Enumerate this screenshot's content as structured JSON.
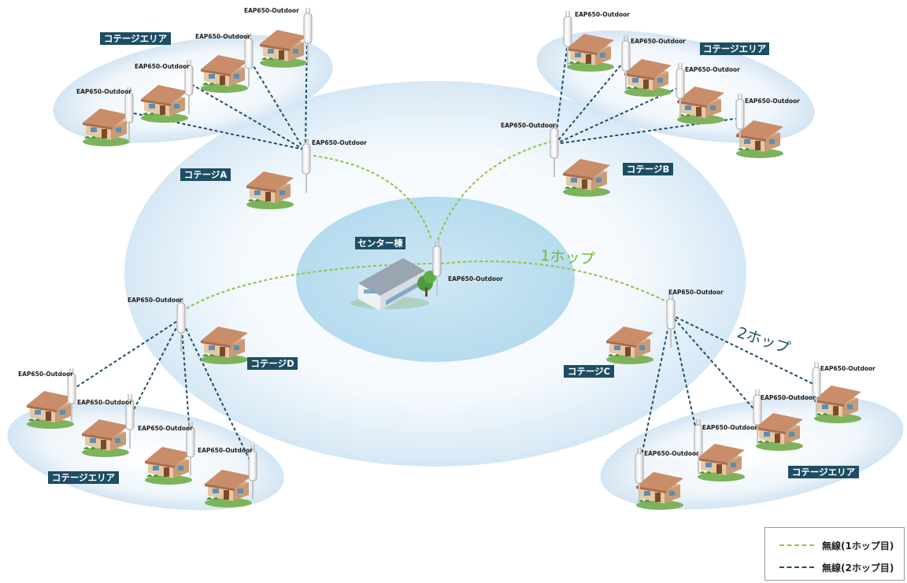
{
  "device_label": "EAP650-Outdoor",
  "areas": {
    "cottage_area": "コテージエリア",
    "center": "センター棟",
    "cottage_a": "コテージA",
    "cottage_b": "コテージB",
    "cottage_c": "コテージC",
    "cottage_d": "コテージD"
  },
  "hops": {
    "one_hop": "1ホップ",
    "two_hop": "2ホップ"
  },
  "legend": {
    "first_hop": "無線(1ホップ目)",
    "second_hop": "無線(2ホップ目)"
  },
  "colors": {
    "first_hop_line": "#8cc63f",
    "second_hop_line": "#1f4e6b",
    "label_box": "#1d4e63",
    "one_hop_text": "#6dbb3a",
    "two_hop_text": "#1d4e63"
  }
}
